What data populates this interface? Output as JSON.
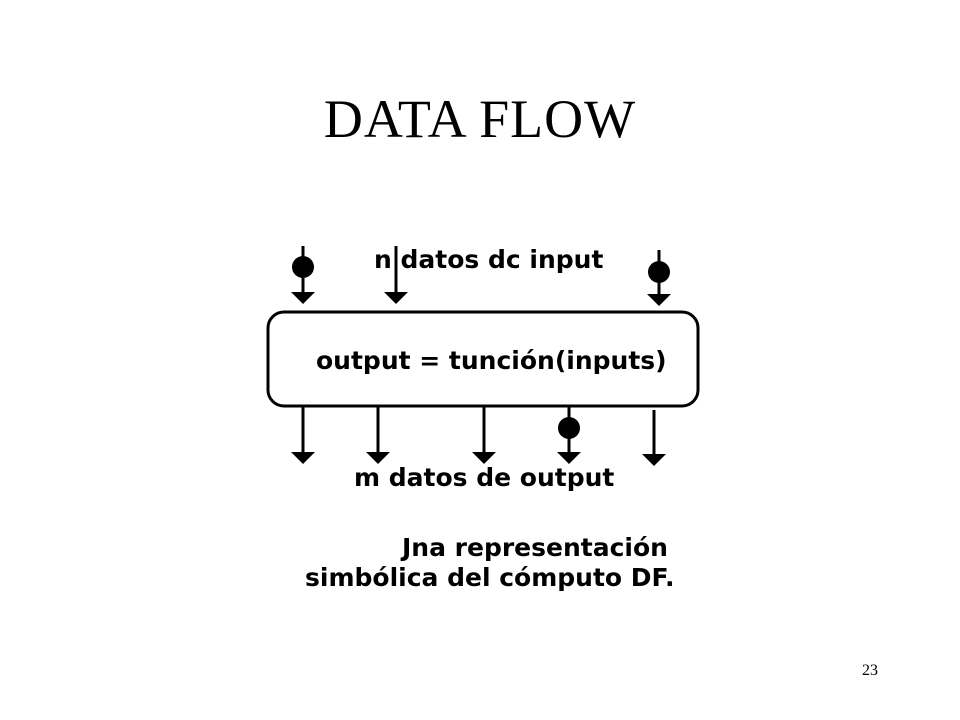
{
  "slide": {
    "title": "DATA FLOW",
    "page_number": "23"
  },
  "diagram": {
    "input_label": "n datos dc input",
    "node_text": "output = tunción(inputs)",
    "output_label": "m datos de output",
    "caption_line1": "Jna representación",
    "caption_line2": "simbólica del cómputo DF.",
    "input_arrows": [
      {
        "has_token": true
      },
      {
        "has_token": false
      },
      {
        "has_token": true
      }
    ],
    "output_arrows": [
      {
        "has_token": false
      },
      {
        "has_token": false
      },
      {
        "has_token": false
      },
      {
        "has_token": true
      },
      {
        "has_token": false
      }
    ]
  }
}
